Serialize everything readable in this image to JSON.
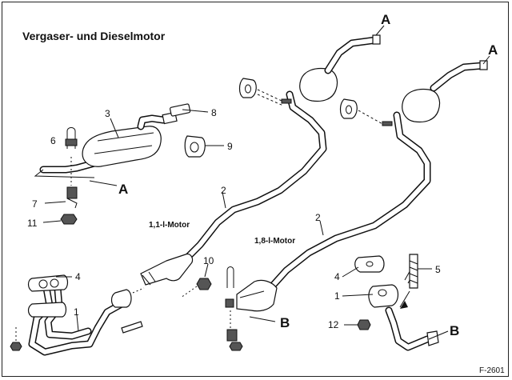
{
  "title": "Vergaser- und Dieselmotor",
  "figure_id": "F-2601",
  "engines": {
    "small": "1,1-l-Motor",
    "large": "1,8-l-Motor"
  },
  "connection_marks": {
    "a_top_left": "A",
    "a_top_right": "A",
    "a_left": "A",
    "b_middle": "B",
    "b_right": "B"
  },
  "callouts": {
    "n1_left": "1",
    "n1_right": "1",
    "n2_left": "2",
    "n2_right": "2",
    "n3": "3",
    "n4_left": "4",
    "n4_right": "4",
    "n5": "5",
    "n6": "6",
    "n7": "7",
    "n8": "8",
    "n9": "9",
    "n10": "10",
    "n11": "11",
    "n12": "12"
  }
}
